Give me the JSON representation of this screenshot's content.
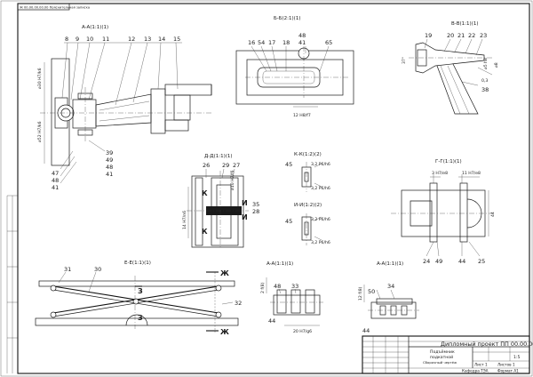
{
  "stamp_top": "Ж 00.00.00.00.00 Пояснительная записка",
  "sections": {
    "aa": "A-A(1:1)(1)",
    "bb": "Б-Б(2:1)(1)",
    "vv": "В-В(1:1)(1)",
    "dd": "Д-Д(1:1)(1)",
    "kk": "К-К(1:2)(2)",
    "ii": "И-И(1:2)(2)",
    "gg": "Г-Г(1:1)(1)",
    "ee": "Е-Е(1:1)(1)",
    "aa2": "A-A(1:1)(1)",
    "aa3": "A-A(1:1)(1)"
  },
  "labels": {
    "p8": "8",
    "p9": "9",
    "p10": "10",
    "p11": "11",
    "p12": "12",
    "p13": "13",
    "p14": "14",
    "p15": "15",
    "p47": "47",
    "p48": "48",
    "p41": "41",
    "p39": "39",
    "p49": "49",
    "p48b": "48",
    "p41b": "41",
    "p16": "16",
    "p54": "54",
    "p17": "17",
    "p18": "18",
    "p48c": "48",
    "p41c": "41",
    "p65": "65",
    "p19": "19",
    "p20": "20",
    "p21": "21",
    "p22": "22",
    "p23": "23",
    "p38": "38",
    "p26": "26",
    "p29": "29",
    "p27": "27",
    "p35": "35",
    "p28": "28",
    "p45a": "45",
    "p45b": "45",
    "p24": "24",
    "p49b": "49",
    "p44a": "44",
    "p25": "25",
    "p31": "31",
    "p30": "30",
    "p32": "32",
    "p48d": "48",
    "p33": "33",
    "p44b": "44",
    "p50": "50",
    "p34": "34",
    "p44c": "44"
  },
  "letters": {
    "k1": "К",
    "k2": "К",
    "i1": "И",
    "i2": "И",
    "z1": "З",
    "z2": "З",
    "zh1": "Ж",
    "zh2": "Ж"
  },
  "dims": {
    "aa_d1": "⌀30 H7/k6",
    "aa_d2": "⌀52 H7/k6",
    "bb_d1": "12 H8/f7",
    "vv_d1": "37°",
    "vv_d2": "⌀5 h8",
    "vv_d3": "⌀8",
    "vv_d4": "0,3",
    "dd_d1": "14 H7/n6",
    "dd_d2": "⌀10 H7/f6",
    "kk_d1": "3,2 Р6/h6",
    "kk_d2": "3,2 Р6/h6",
    "ii_d1": "3,2 Р6/h6",
    "ii_d2": "3,2 Р6/h6",
    "gg_d1": "3 H7/e8",
    "gg_d2": "11 H7/e8",
    "gg_d3": "44",
    "aa2_d1": "2 f(8)",
    "aa2_d2": "20 H7/g6",
    "aa3_d1": "12 f(8)"
  },
  "title_block": {
    "doc_code": "Дипломный проект ПП 00.00.00 СБ",
    "name_line1": "Подъёмник",
    "name_line2": "подкатной",
    "name_line3": "Сборочный чертёж",
    "scale": "1:5",
    "sheet": "Лист 1",
    "sheets": "Листов 1",
    "org": "Кафедра ТЭА",
    "format": "Формат А1"
  }
}
